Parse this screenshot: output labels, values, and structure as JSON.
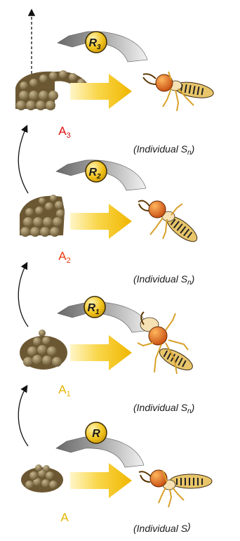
{
  "stages": [
    {
      "id": "A",
      "label_base": "A",
      "label_sub": "",
      "label_color": "#e8b400",
      "response": "R",
      "response_sub": "",
      "individual_main": "(Individual ",
      "individual_var": "S",
      "individual_sub": "",
      "individual_close": ")"
    },
    {
      "id": "A1",
      "label_base": "A",
      "label_sub": "1",
      "label_color": "#e8b400",
      "response": "R",
      "response_sub": "1",
      "individual_main": "(Individual ",
      "individual_var": "S",
      "individual_sub": "n",
      "individual_close": ")"
    },
    {
      "id": "A2",
      "label_base": "A",
      "label_sub": "2",
      "label_color": "#e8390e",
      "response": "R",
      "response_sub": "2",
      "individual_main": "(Individual ",
      "individual_var": "S",
      "individual_sub": "n",
      "individual_close": ")"
    },
    {
      "id": "A3",
      "label_base": "A",
      "label_sub": "3",
      "label_color": "#e01010",
      "response": "R",
      "response_sub": "3",
      "individual_main": "(Individual ",
      "individual_var": "S",
      "individual_sub": "n",
      "individual_close": ")"
    }
  ],
  "colors": {
    "stimulus_arrow": "#f3c200",
    "response_circle": "#f0c21a",
    "return_arrow": "#8a8a8a",
    "mud": "#7d6a43",
    "termite_head": "#e06a10",
    "termite_body": "#d6a844"
  },
  "icons": {
    "mound": "mud-pile-icon",
    "termite": "termite-icon",
    "stimulus": "stimulus-arrow-icon",
    "response": "response-arrow-icon",
    "progression": "curved-arrow-icon"
  }
}
